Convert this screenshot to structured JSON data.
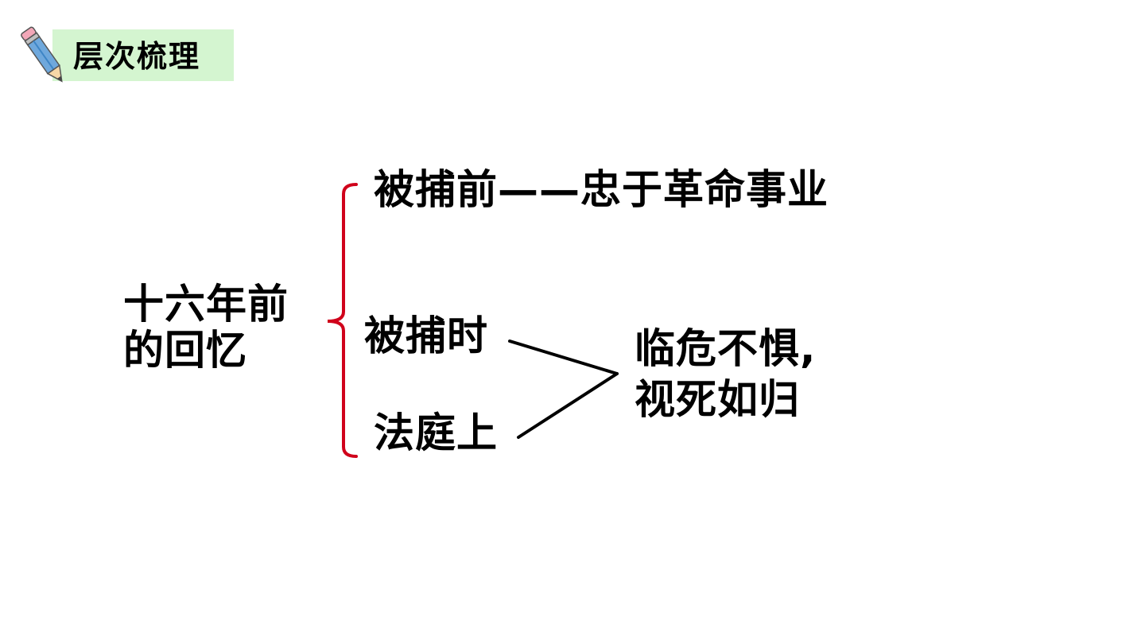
{
  "header": {
    "title": "层次梳理",
    "icon": "pencil-icon",
    "background_color": "#d4f5d0"
  },
  "diagram": {
    "root": {
      "line1": "十六年前",
      "line2": "的回忆"
    },
    "top_branch": "被捕前——忠于革命事业",
    "mid_branch": "被捕时",
    "bottom_branch": "法庭上",
    "result": {
      "line1": "临危不惧,",
      "line2": "视死如归"
    },
    "bracket_color": "#d0021b",
    "connector_color": "#000000"
  }
}
